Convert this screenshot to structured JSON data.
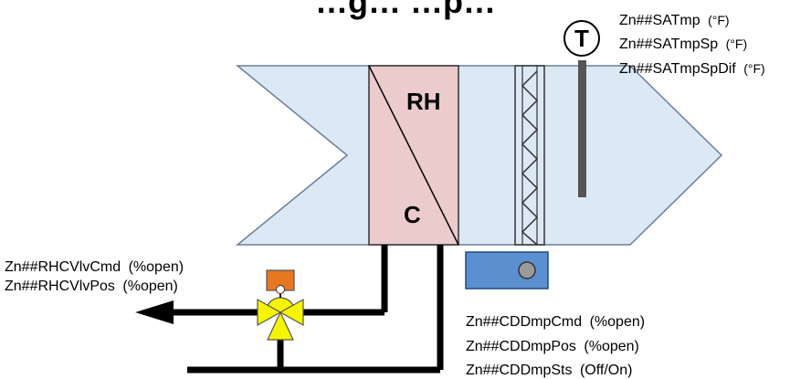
{
  "title": "…g… …p…",
  "colors": {
    "duct_fill": "#dde8f5",
    "duct_stroke": "#6a7f99",
    "coil_fill": "#ebcbcb",
    "coil_stroke": "#333333",
    "damper_fill": "#5a8fd0",
    "actuator_fill": "#e87722",
    "valve_fill": "#f5f500",
    "pipe": "#000000"
  },
  "coil": {
    "reheat_label": "RH",
    "cooling_label": "C"
  },
  "temp_sensor": {
    "symbol": "T",
    "points": [
      {
        "name": "Zn##SATmp",
        "unit": "(°F)"
      },
      {
        "name": "Zn##SATmpSp",
        "unit": "(°F)"
      },
      {
        "name": "Zn##SATmpSpDif",
        "unit": "(°F)"
      }
    ]
  },
  "valve": {
    "points": [
      {
        "name": "Zn##RHCVlvCmd",
        "unit": "(%open)"
      },
      {
        "name": "Zn##RHCVlvPos",
        "unit": "(%open)"
      }
    ]
  },
  "damper": {
    "points": [
      {
        "name": "Zn##CDDmpCmd",
        "unit": "(%open)"
      },
      {
        "name": "Zn##CDDmpPos",
        "unit": "(%open)"
      },
      {
        "name": "Zn##CDDmpSts",
        "unit": "(Off/On)"
      }
    ]
  }
}
